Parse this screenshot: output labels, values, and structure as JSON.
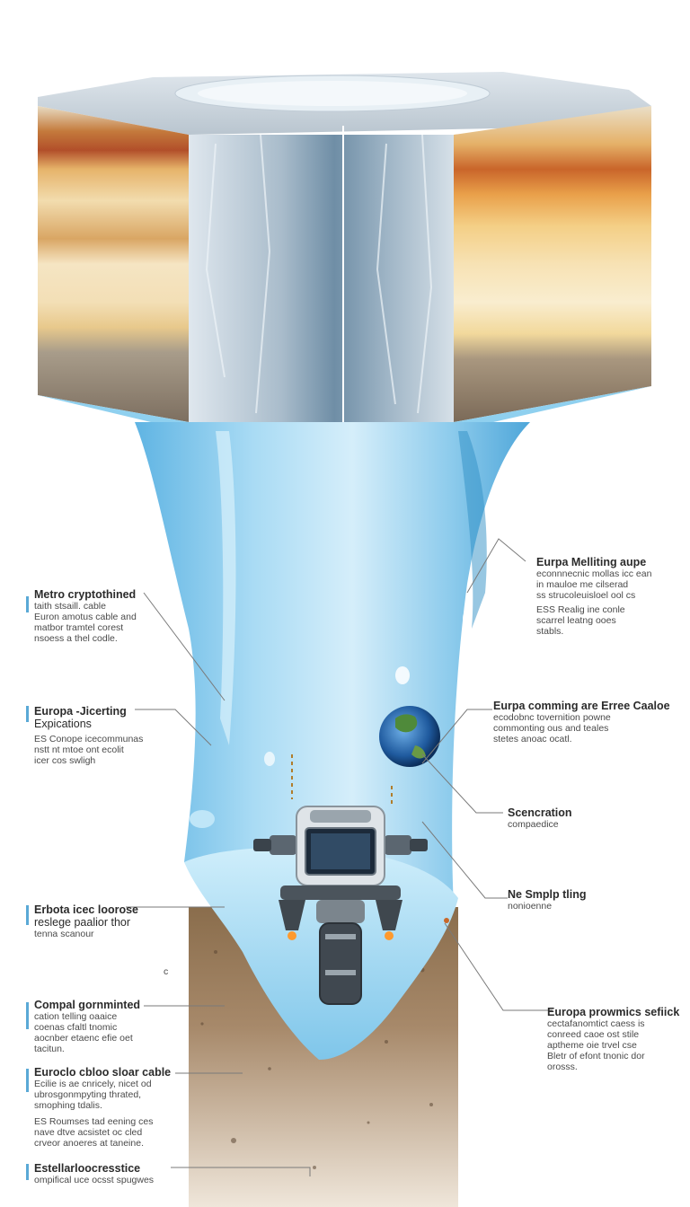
{
  "labels": {
    "l1": {
      "title": "Metro cryptothined",
      "lines": [
        "taith stsaill. cable",
        "Euron amotus cable and",
        "matbor tramtel corest",
        "nsoess a thel codle."
      ]
    },
    "l2": {
      "title": "Europa -Jicerting",
      "sub": "Expications",
      "lines": [
        "ES Conope icecommunas",
        "nstt nt mtoe ont ecolit",
        "icer cos swligh"
      ]
    },
    "l3": {
      "title": "Erbota icec loorose",
      "sub": "reslege paalior thor",
      "lines": [
        "tenna scanour"
      ]
    },
    "l4": {
      "title": "Compal gornminted",
      "lines": [
        "cation telling oaaice",
        "coenas cfaltl tnomic",
        "aocnber etaenc efie oet",
        "tacitun."
      ]
    },
    "l5": {
      "title": "Euroclo cbloo sloar cable",
      "lines": [
        "Ecilie is ae cnricely, nicet od",
        "ubrosgonmpyting thrated,",
        "smophing tdalis."
      ],
      "bullet": [
        "ES Roumses tad eening ces",
        "nave dtve acsistet oc cled",
        "crveor anoeres at taneine."
      ]
    },
    "l6": {
      "title": "Estellarloocresstice",
      "lines": [
        "ompifical uce ocsst spugwes"
      ]
    },
    "r1": {
      "title": "Eurpa Melliting aupe",
      "lines": [
        "econnnecnic mollas icc ean",
        "in mauloe me cilserad",
        "ss strucoleuisloel ool cs"
      ],
      "more": [
        "ESS Realig ine conle",
        "scarrel leatng ooes",
        "stabls."
      ]
    },
    "r2": {
      "title": "Eurpa comming are Erree Caaloe",
      "lines": [
        "ecodobnc tovernition powne",
        "commonting ous and teales",
        "stetes anoac ocatl."
      ]
    },
    "r3": {
      "title": "Scencration",
      "lines": [
        "compaedice"
      ]
    },
    "r4": {
      "title": "Ne Smplp tling",
      "lines": [
        "nonioenne"
      ]
    },
    "r5": {
      "title": "Europa prowmics sefiick",
      "lines": [
        "cectafanomtict caess is",
        "conreed caoe ost stile",
        "aptheme oie trvel cse",
        "Bletr of efont tnonic dor",
        "orosss."
      ]
    },
    "stray": "c"
  },
  "colors": {
    "accent": "#5aa9d6",
    "water": "#7cc3e8",
    "ice": "#c8d3dc",
    "leader": "#7a7a7a"
  }
}
